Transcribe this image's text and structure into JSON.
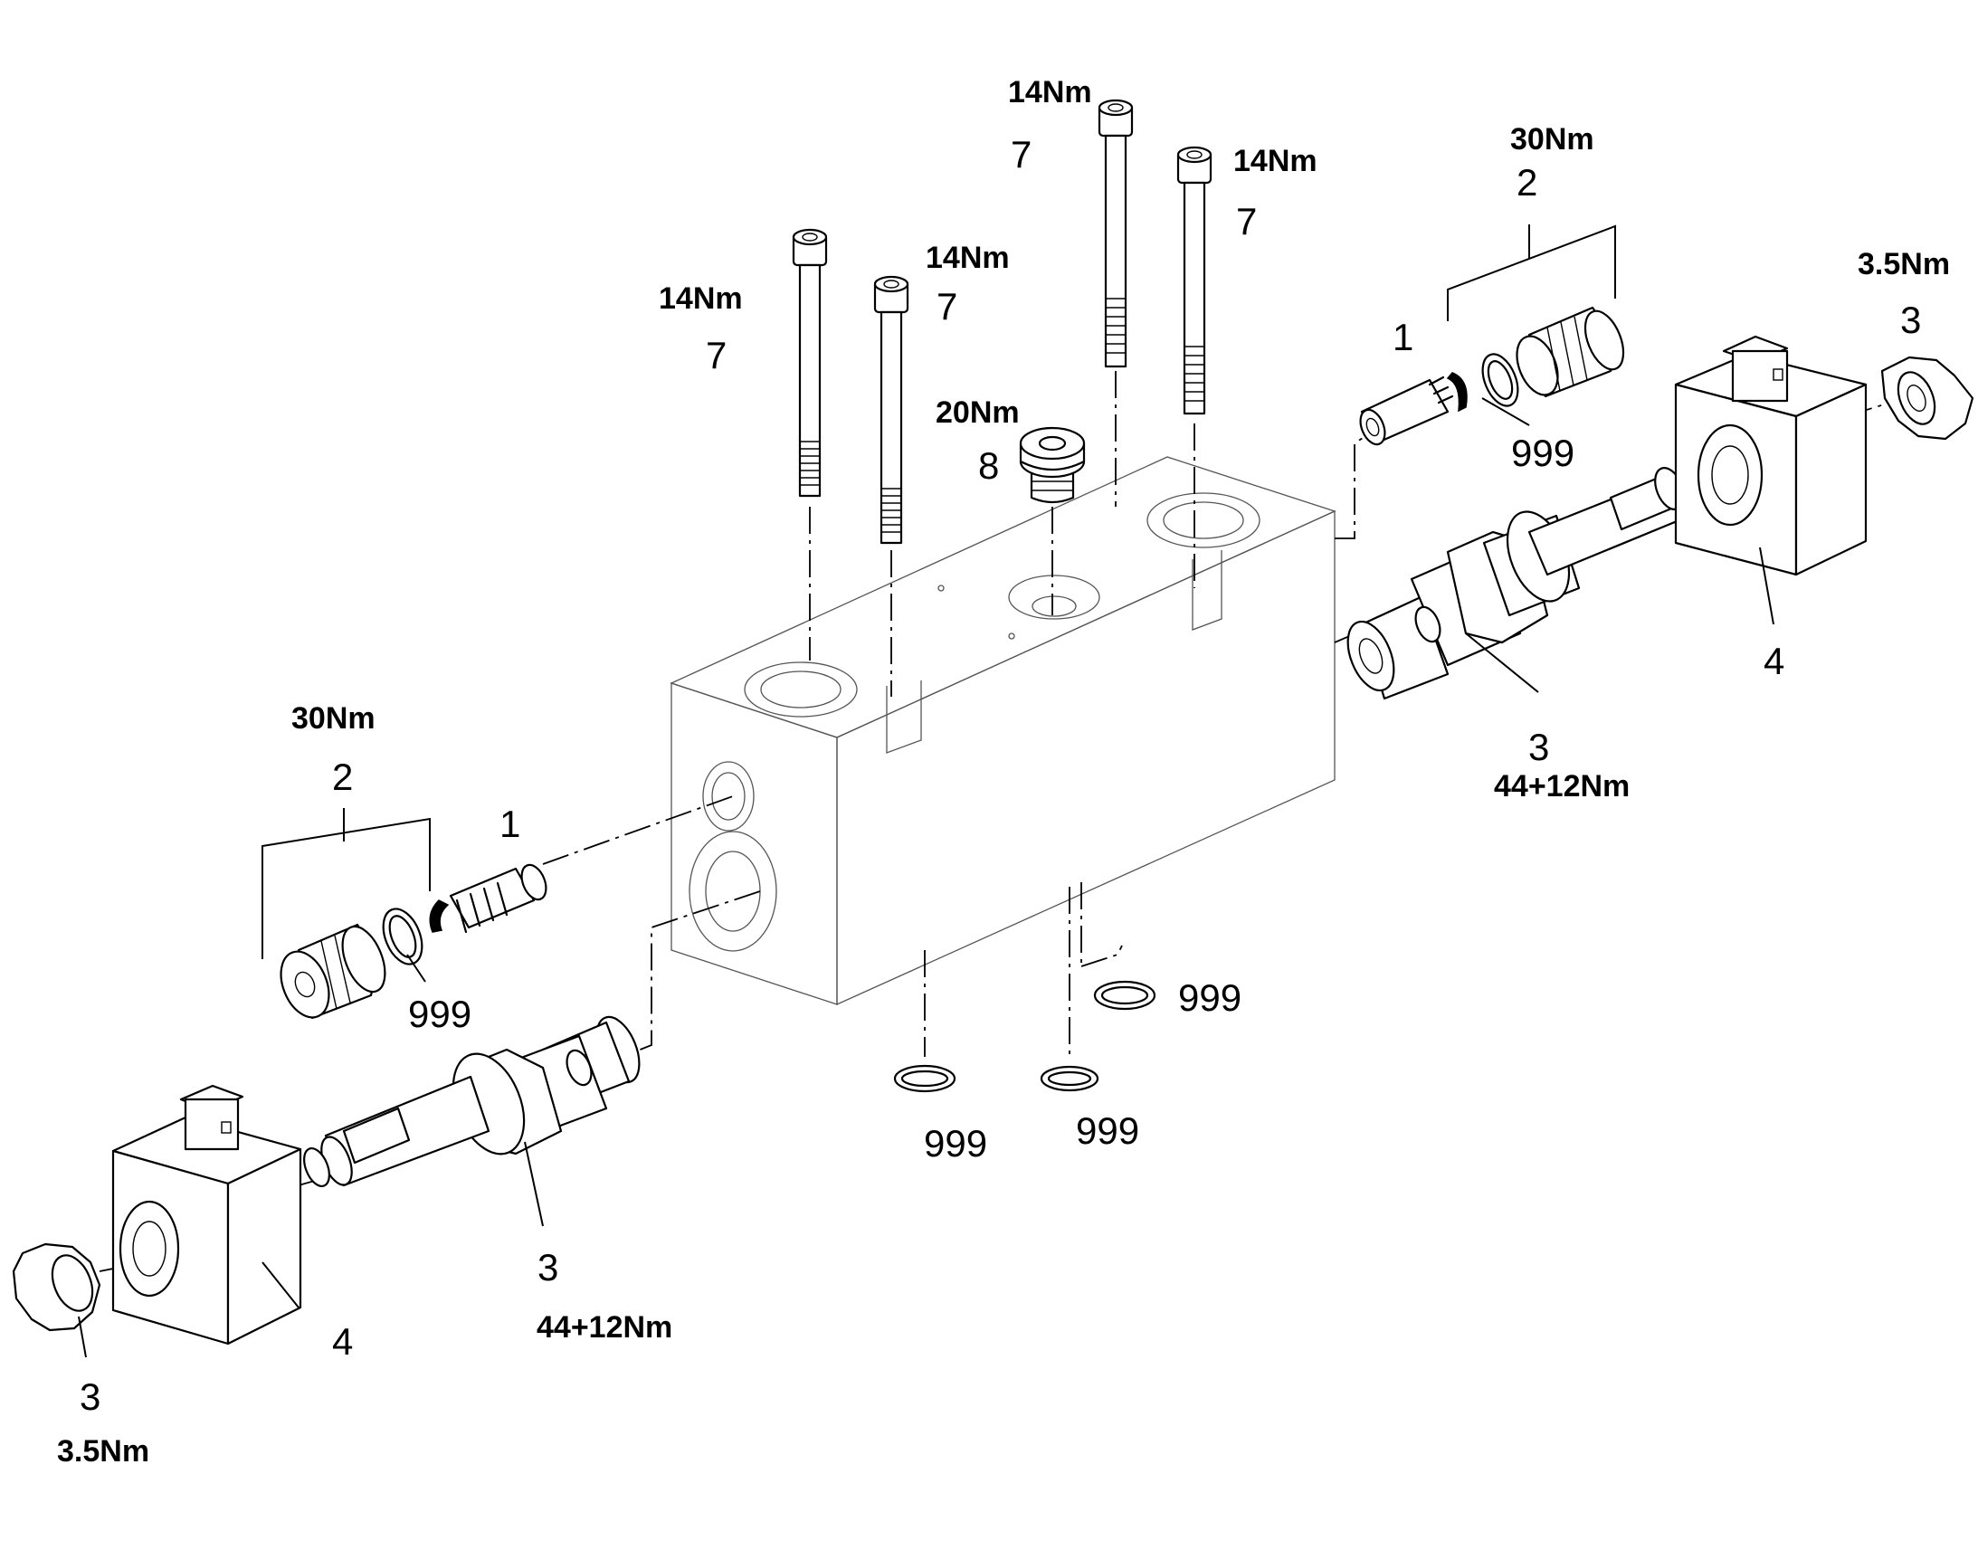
{
  "labels": {
    "bolt_a_torque": "14Nm",
    "bolt_a_item": "7",
    "bolt_b_torque": "14Nm",
    "bolt_b_item": "7",
    "bolt_c_torque": "14Nm",
    "bolt_c_item": "7",
    "bolt_d_torque": "14Nm",
    "bolt_d_item": "7",
    "plug_torque": "20Nm",
    "plug_item": "8",
    "right_cart_torque": "30Nm",
    "right_cart_item": "2",
    "right_spring_item": "1",
    "right_oring_item": "999",
    "right_nut_torque": "3.5Nm",
    "right_nut_item": "3",
    "right_coil_item": "4",
    "right_valve_item": "3",
    "right_valve_torque": "44+12Nm",
    "left_cart_torque": "30Nm",
    "left_cart_item": "2",
    "left_spring_item": "1",
    "left_oring_item": "999",
    "left_valve_item": "3",
    "left_valve_torque": "44+12Nm",
    "left_coil_item": "4",
    "left_nut_item": "3",
    "left_nut_torque": "3.5Nm",
    "bottom_oring_1": "999",
    "bottom_oring_2": "999",
    "bottom_oring_3": "999"
  }
}
